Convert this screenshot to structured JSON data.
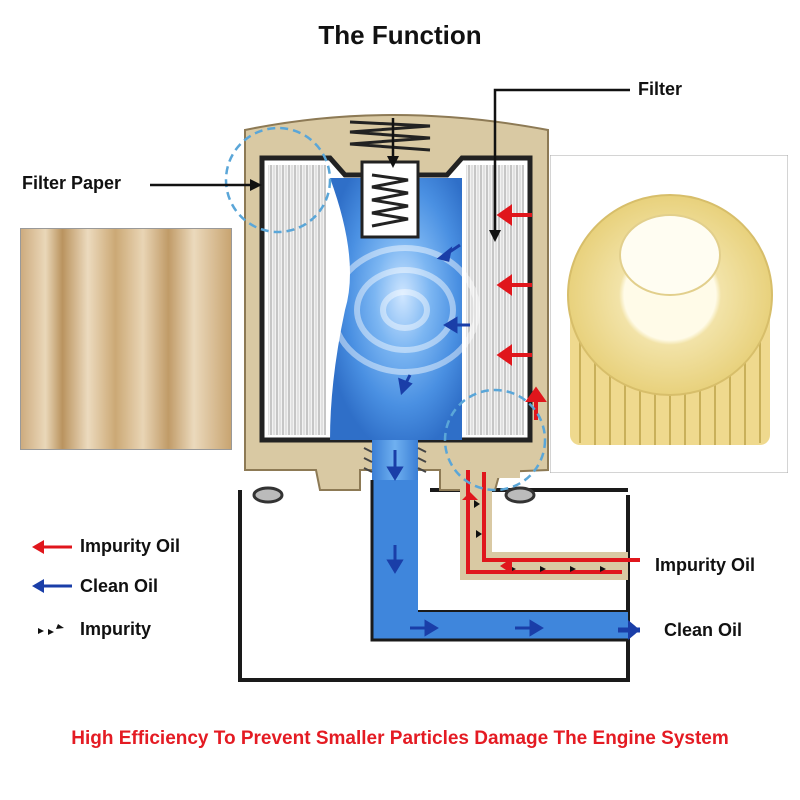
{
  "title": "The Function",
  "labels": {
    "filter": "Filter",
    "filter_paper": "Filter Paper",
    "impurity_oil_right": "Impurity Oil",
    "clean_oil_right": "Clean Oil"
  },
  "legend": [
    {
      "label": "Impurity Oil",
      "icon": "red-arrow-icon",
      "color": "#e0161c"
    },
    {
      "label": "Clean Oil",
      "icon": "blue-arrow-icon",
      "color": "#1a3ea8"
    },
    {
      "label": "Impurity",
      "icon": "impurity-particles-icon",
      "color": "#111111"
    }
  ],
  "footer": "High Efficiency To Prevent Smaller Particles Damage The Engine System",
  "colors": {
    "footer_text": "#e41b23",
    "housing": "#d9c9a3",
    "clean_oil": "#4a90e2",
    "impurity_oil": "#e0161c",
    "clean_arrow": "#1a3ea8"
  }
}
